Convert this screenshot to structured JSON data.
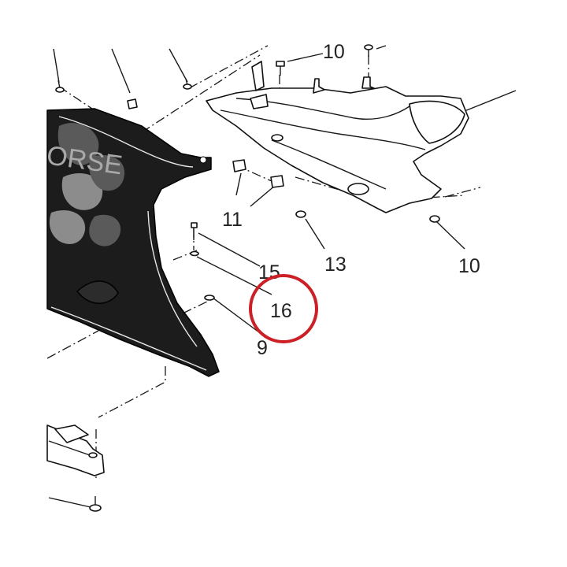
{
  "callouts": {
    "c10_top": "10",
    "c10_right": "10",
    "c11": "11",
    "c13": "13",
    "c15": "15",
    "c16": "16",
    "c9": "9"
  },
  "fairing_brand_text": "ORSE",
  "highlight": {
    "target": "16",
    "color": "#cc1f26"
  }
}
